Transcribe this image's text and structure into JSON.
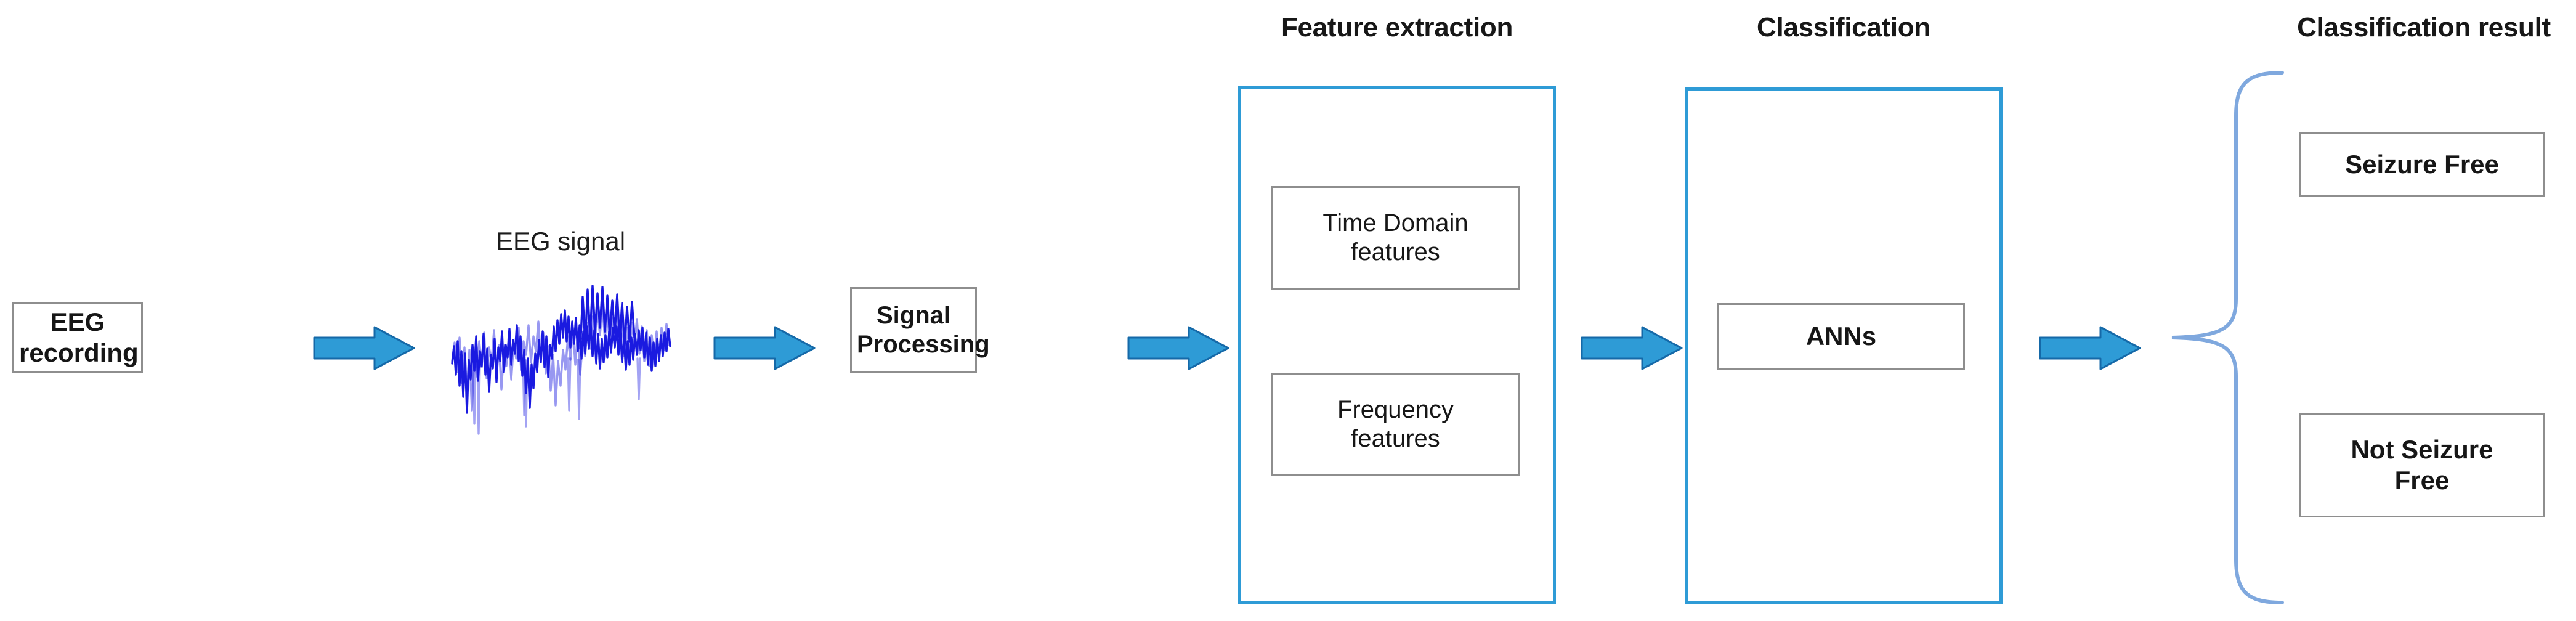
{
  "diagram": {
    "title": "EEG seizure classification pipeline",
    "background_color": "#ffffff",
    "accent_blue": "#2E9BD6",
    "arrow_fill": "#2E9BD6",
    "arrow_stroke": "#1569A8",
    "box_border": "#8E8E8E",
    "brace_color": "#7FA8DE",
    "waveform_color": "#1A1AE0"
  },
  "stage1": {
    "label": "EEG recording"
  },
  "signal": {
    "caption": "EEG signal"
  },
  "stage2": {
    "label_line1": "Signal",
    "label_line2": "Processing"
  },
  "feature_extraction": {
    "header": "Feature extraction",
    "boxes": [
      {
        "line1": "Time Domain",
        "line2": "features"
      },
      {
        "line1": "Frequency",
        "line2": "features"
      }
    ]
  },
  "classification": {
    "header": "Classification",
    "model": "ANNs"
  },
  "classification_result": {
    "header": "Classification result",
    "outcomes": [
      {
        "line1": "Seizure Free",
        "line2": ""
      },
      {
        "line1": "Not Seizure",
        "line2": "Free"
      }
    ]
  },
  "arrows": {
    "count": 5,
    "icon": "right-arrow-icon",
    "labels": [
      "arrow-recording-to-signal",
      "arrow-signal-to-processing",
      "arrow-processing-to-features",
      "arrow-features-to-classification",
      "arrow-classification-to-result"
    ]
  }
}
